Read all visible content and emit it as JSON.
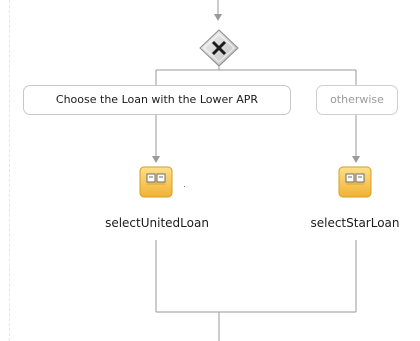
{
  "flow": {
    "condition_label": "Choose the Loan with the Lower APR",
    "otherwise_label": "otherwise",
    "left_activity": "selectUnitedLoan",
    "right_activity": "selectStarLoan",
    "gateway_icon": "exclusive-gateway-x-icon",
    "activity_icon": "assign-activity-icon"
  },
  "colors": {
    "connector": "#9a9a9a",
    "gateway_fill": "#d8d8d8",
    "activity_fill": "#f8c650",
    "activity_border": "#d4a020"
  }
}
